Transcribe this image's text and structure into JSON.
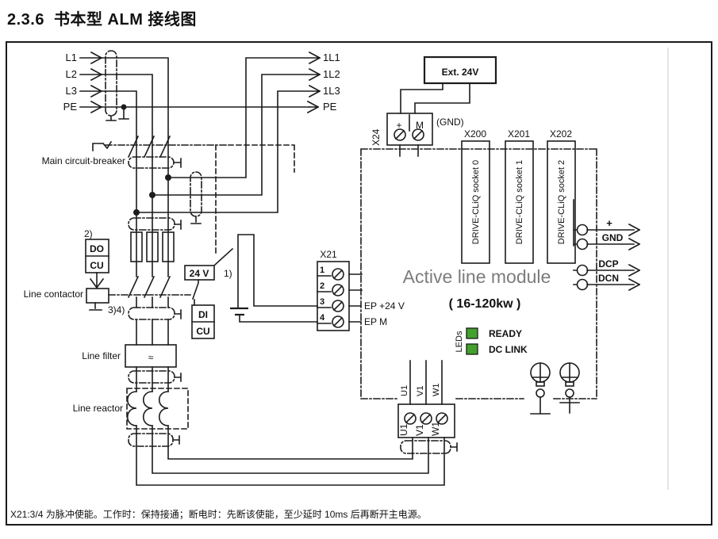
{
  "page": {
    "title_number": "2.3.6",
    "title_text": "书本型 ALM 接线图",
    "footnote": "X21:3/4 为脉冲使能。工作时：保持接通；断电时：先断该使能，至少延时 10ms 后再断开主电源。"
  },
  "colors": {
    "line": "#1c1c1c",
    "led_green": "#43a02c",
    "module_title_gray": "#7c7c7c"
  },
  "diagram": {
    "incoming": [
      "L1",
      "L2",
      "L3",
      "PE"
    ],
    "outgoing": [
      "1L1",
      "1L2",
      "1L3",
      "PE"
    ],
    "breaker_label": "Main circuit-breaker",
    "contactor_label": "Line contactor",
    "filter_label": "Line filter",
    "filter_symbol": "≈",
    "reactor_label": "Line reactor",
    "notes": {
      "n1": "1)",
      "n2": "2)",
      "n34": "3)4)"
    },
    "do_cu": [
      "DO",
      "CU"
    ],
    "di_cu": [
      "DI",
      "CU"
    ],
    "v24_label": "24 V",
    "ext24_label": "Ext. 24V",
    "x24": {
      "id": "X24",
      "plus": "+",
      "m": "M",
      "gnd": "(GND)"
    },
    "x21": {
      "id": "X21",
      "pins": [
        "1",
        "2",
        "3",
        "4"
      ],
      "ep_plus": "EP +24 V",
      "ep_m": "EP M"
    },
    "sockets": [
      {
        "id": "X200",
        "label": "DRIVE-CLiQ socket 0"
      },
      {
        "id": "X201",
        "label": "DRIVE-CLiQ socket 1"
      },
      {
        "id": "X202",
        "label": "DRIVE-CLiQ socket 2"
      }
    ],
    "module": {
      "title": "Active line module",
      "power": "( 16-120kw )",
      "leds": "LEDs",
      "led_ready": "READY",
      "led_dclink": "DC LINK"
    },
    "right_terminals": [
      "+",
      "GND",
      "DCP",
      "DCN"
    ],
    "motor_terminals": [
      "U1",
      "V1",
      "W1"
    ]
  }
}
